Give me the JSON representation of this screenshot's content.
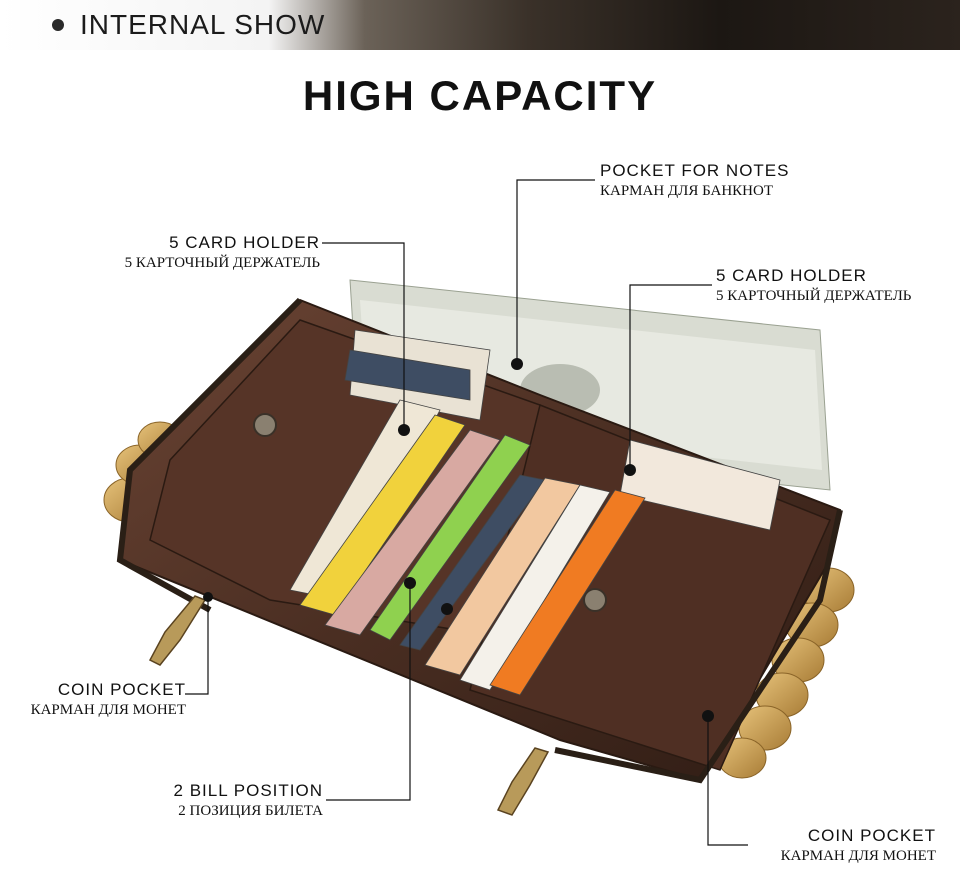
{
  "banner": {
    "title": "INTERNAL SHOW"
  },
  "main_title": "HIGH CAPACITY",
  "callouts": {
    "notes": {
      "en": "POCKET FOR NOTES",
      "ru": "КАРМАН ДЛЯ БАНКНОТ"
    },
    "card_left": {
      "en": "5 CARD HOLDER",
      "ru": "5 КАРТОЧНЫЙ ДЕРЖАТЕЛЬ"
    },
    "card_right": {
      "en": "5 CARD HOLDER",
      "ru": "5 КАРТОЧНЫЙ ДЕРЖАТЕЛЬ"
    },
    "coin_left": {
      "en": "COIN POCKET",
      "ru": "КАРМАН ДЛЯ МОНЕТ"
    },
    "bill": {
      "en": "2 BILL POSITION",
      "ru": "2 ПОЗИЦИЯ БИЛЕТА"
    },
    "coin_right": {
      "en": "COIN POCKET",
      "ru": "КАРМАН ДЛЯ МОНЕТ"
    }
  },
  "colors": {
    "leather": "#4a2e22",
    "leather_light": "#6b4434",
    "coin": "#c9a25a",
    "bill": "#d9dcd2"
  }
}
